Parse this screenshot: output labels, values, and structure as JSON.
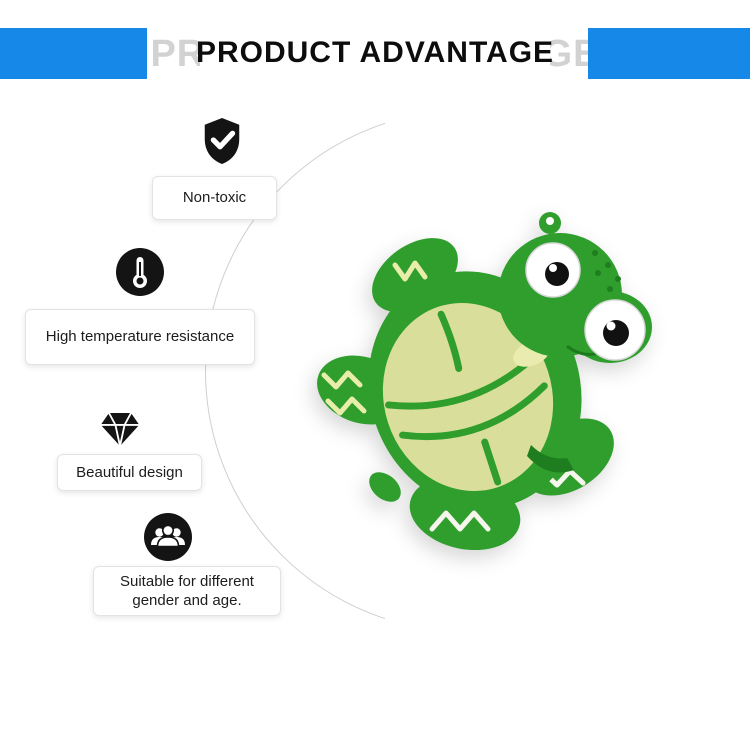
{
  "header": {
    "echo_title": "PRODUCT ADVANTAGE",
    "title": "PRODUCT ADVANTAGE"
  },
  "features": [
    {
      "icon": "shield-check-icon",
      "label": "Non-toxic"
    },
    {
      "icon": "thermometer-icon",
      "label": "High temperature resistance"
    },
    {
      "icon": "diamond-icon",
      "label": "Beautiful design"
    },
    {
      "icon": "people-group-icon",
      "label": "Suitable for different gender and age."
    }
  ],
  "product": {
    "name": "cartoon-turtle-case"
  },
  "colors": {
    "banner_blue": "#1688e8",
    "echo_gray": "#d2d2d2",
    "icon_black": "#141414",
    "turtle_green": "#2f9e2d",
    "turtle_belly": "#d9df9b",
    "chevron_yellow": "#e9edaa",
    "arc_gray": "#cfcfcf"
  }
}
